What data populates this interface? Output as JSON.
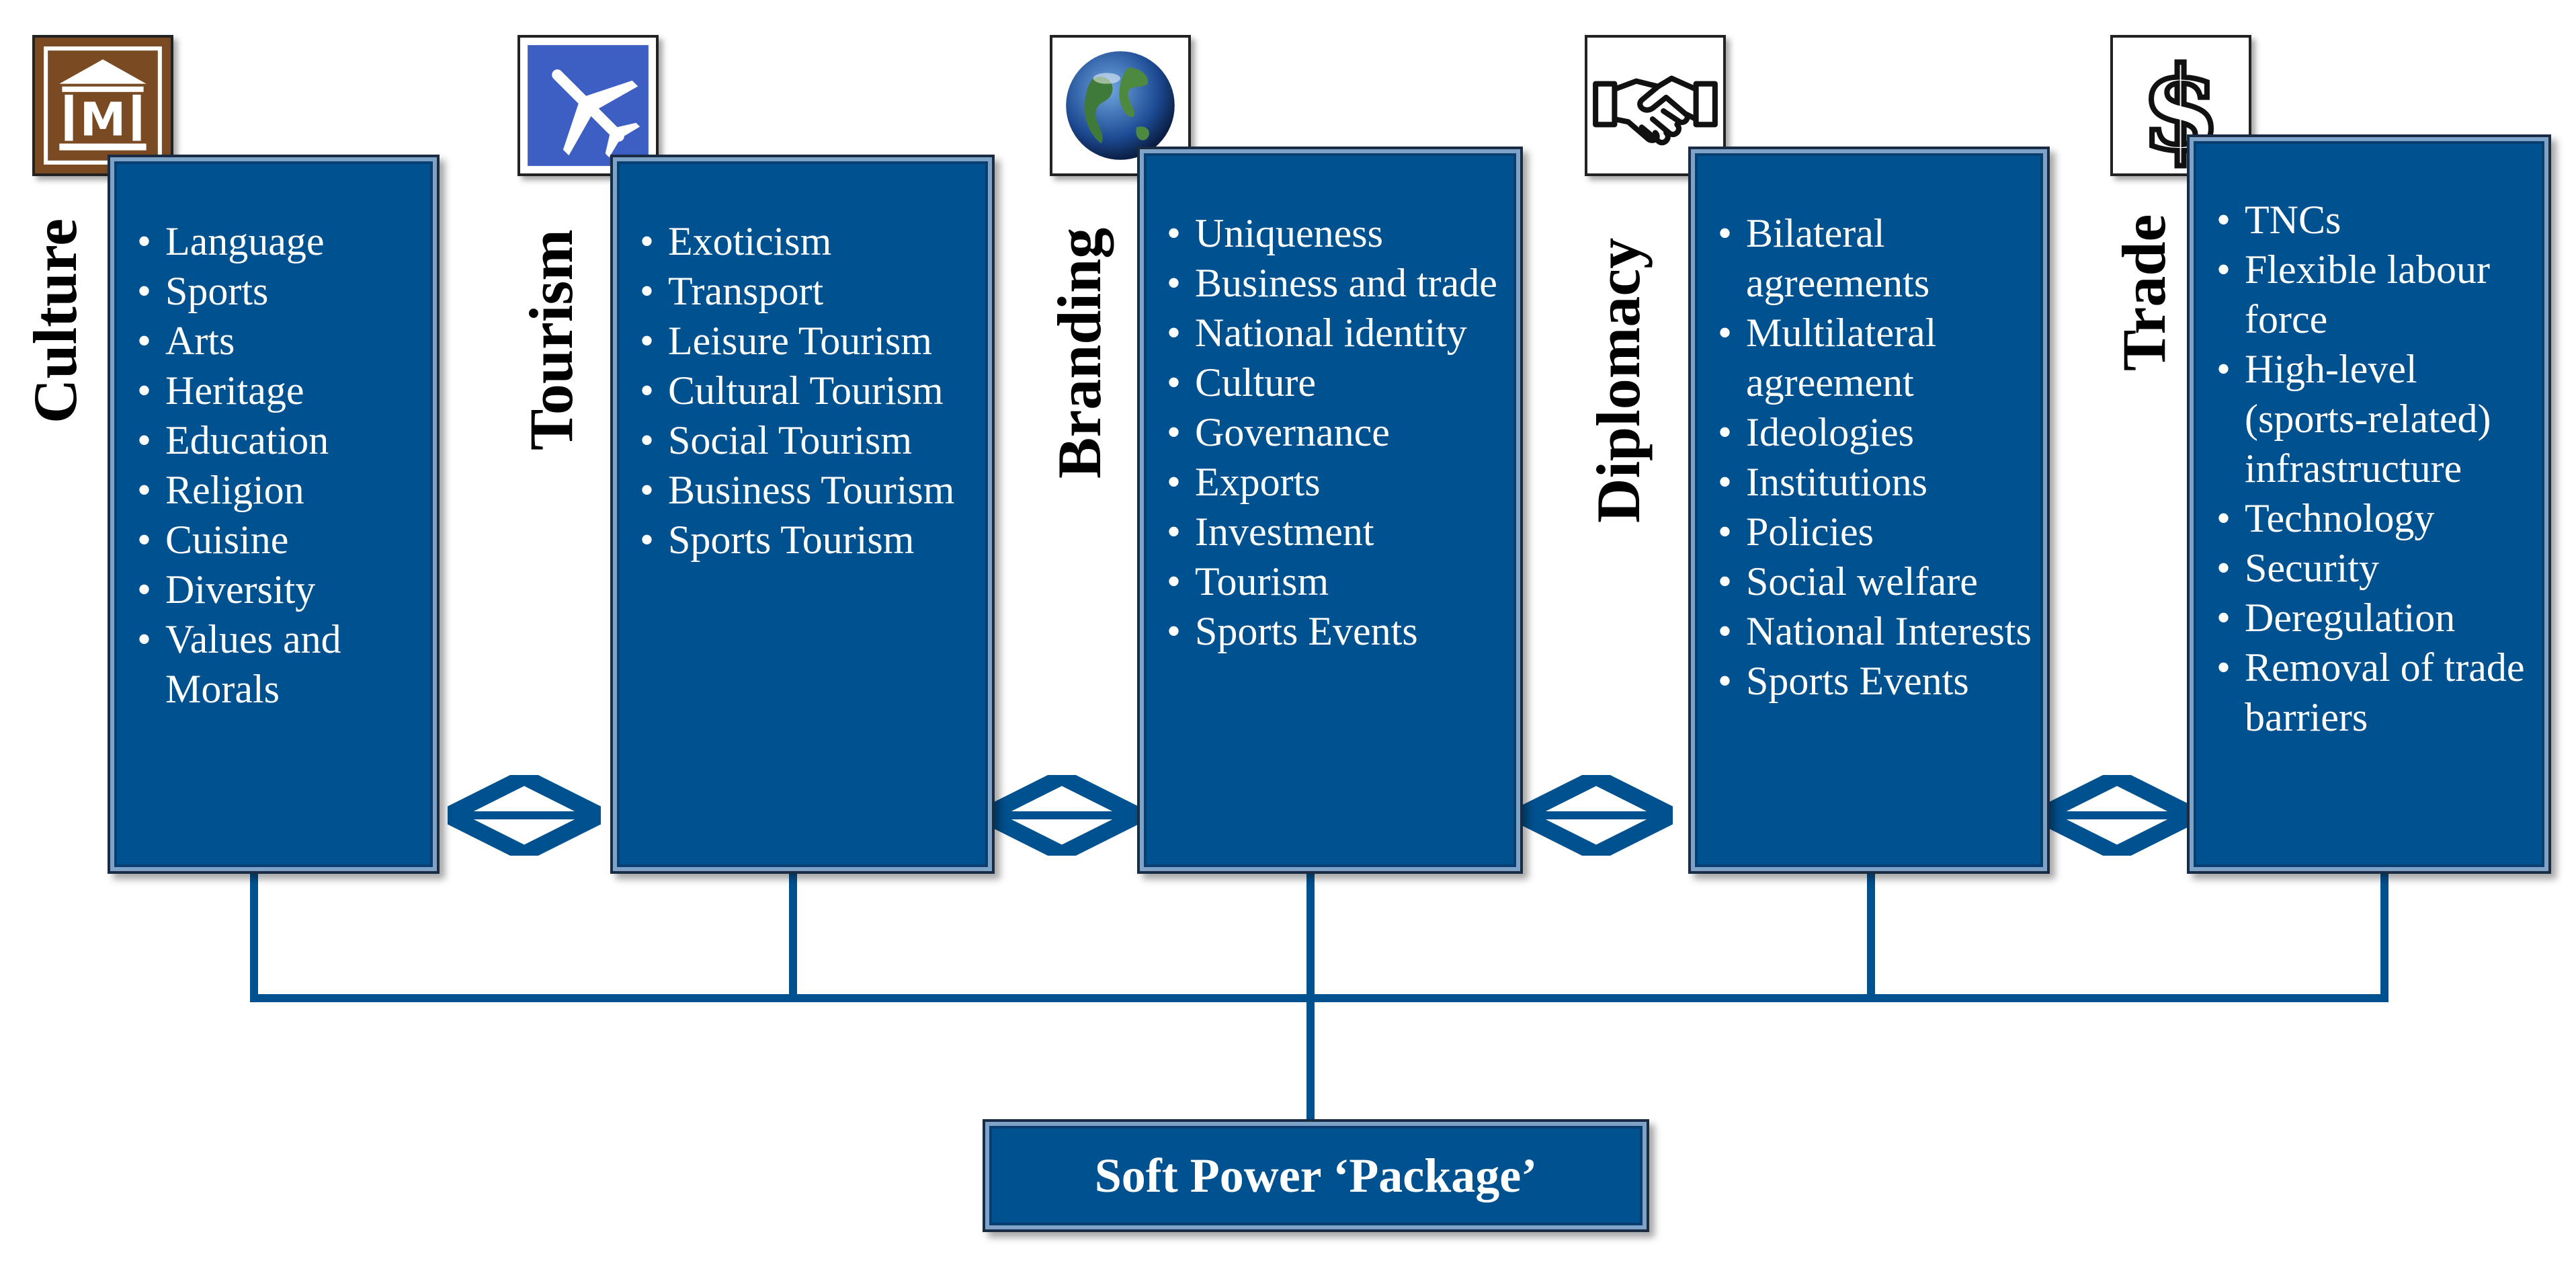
{
  "columns": [
    {
      "title": "Culture",
      "icon": "museum-icon",
      "items": [
        "Language",
        "Sports",
        "Arts",
        "Heritage",
        "Education",
        "Religion",
        "Cuisine",
        "Diversity",
        "Values and Morals"
      ]
    },
    {
      "title": "Tourism",
      "icon": "airplane-icon",
      "items": [
        "Exoticism",
        "Transport",
        "Leisure Tourism",
        "Cultural Tourism",
        "Social Tourism",
        "Business Tourism",
        "Sports Tourism"
      ]
    },
    {
      "title": "Branding",
      "icon": "globe-icon",
      "items": [
        "Uniqueness",
        "Business and trade",
        "National identity",
        "Culture",
        "Governance",
        "Exports",
        "Investment",
        "Tourism",
        "Sports Events"
      ]
    },
    {
      "title": "Diplomacy",
      "icon": "handshake-icon",
      "items": [
        "Bilateral agreements",
        "Multilateral agreement",
        "Ideologies",
        "Institutions",
        "Policies",
        "Social welfare",
        "National Interests",
        "Sports Events"
      ]
    },
    {
      "title": "Trade",
      "icon": "dollar-icon",
      "items": [
        "TNCs",
        "Flexible labour force",
        "High-level (sports-related) infrastructure",
        "Technology",
        "Security",
        "Deregulation",
        "Removal of trade barriers"
      ]
    }
  ],
  "package_label": "Soft Power ‘Package’",
  "colors": {
    "box": "#00518f",
    "connector": "#00518f",
    "text": "#ffffff"
  }
}
